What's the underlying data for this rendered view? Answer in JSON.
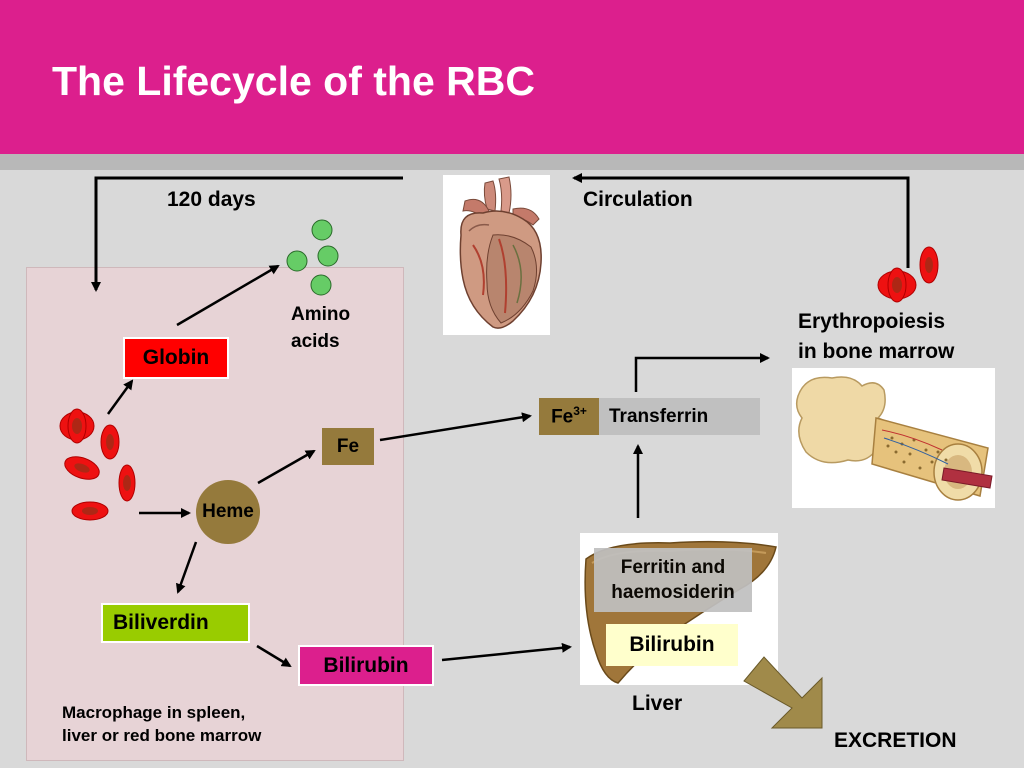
{
  "slide": {
    "title": "The Lifecycle of the RBC"
  },
  "labels": {
    "days": "120 days",
    "circulation": "Circulation",
    "amino_acids_line1": "Amino",
    "amino_acids_line2": "acids",
    "erythropoiesis_line1": "Erythropoiesis",
    "erythropoiesis_line2": "in bone marrow",
    "liver": "Liver",
    "excretion": "EXCRETION",
    "macrophage_line1": "Macrophage in spleen,",
    "macrophage_line2": "liver or red bone marrow"
  },
  "boxes": {
    "globin": "Globin",
    "fe": "Fe",
    "fe3_base": "Fe",
    "fe3_sup": "3+",
    "transferrin": "Transferrin",
    "heme": "Heme",
    "biliverdin": "Biliverdin",
    "bilirubin_macrophage": "Bilirubin",
    "ferritin_line1": "Ferritin and",
    "ferritin_line2": "haemosiderin",
    "bilirubin_liver": "Bilirubin"
  },
  "colors": {
    "header": "#dc1f8d",
    "globin_box": "#ff0000",
    "fe_box": "#957a3c",
    "transferrin_box": "#c0c0c0",
    "heme_circle": "#957a3c",
    "biliverdin_box": "#99cc00",
    "bilirubin_box": "#dc1f8d",
    "bilirubin_liver_box": "#ffffcc",
    "amino_acid": "#66cc66",
    "rbc": "#ee1111",
    "excretion_arrow": "#a08a4a"
  }
}
